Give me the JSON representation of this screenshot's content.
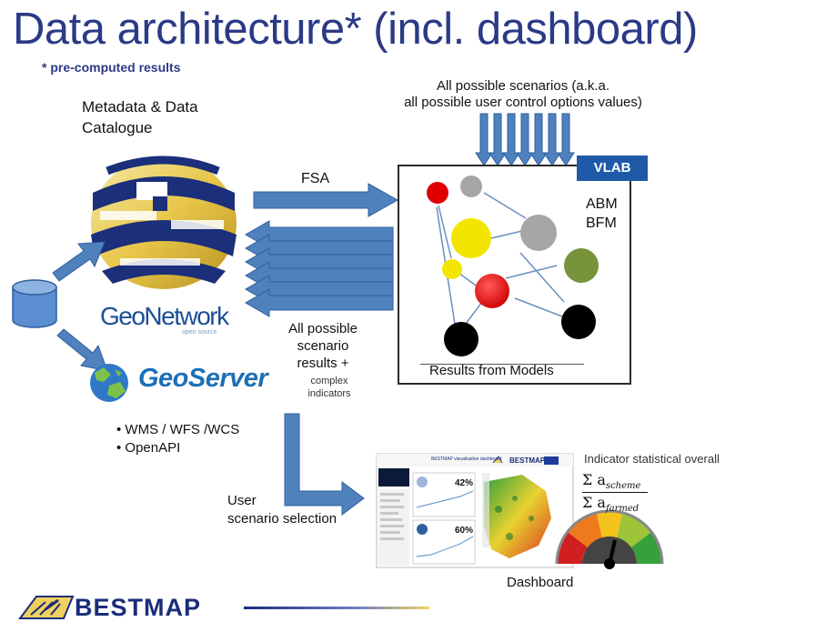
{
  "title": "Data architecture* (incl. dashboard)",
  "subtitle": "* pre-computed results",
  "metadata_label": [
    "Metadata & Data",
    "Catalogue"
  ],
  "geonetwork": {
    "name": "GeoNetwork",
    "tagline": "open source"
  },
  "geoserver": {
    "name": "GeoServer"
  },
  "services": [
    "• WMS / WFS /WCS",
    "• OpenAPI"
  ],
  "fsa_label": "FSA",
  "scenarios_label": [
    "All possible scenarios (a.k.a.",
    "all possible user control options values)"
  ],
  "vlab_label": "VLAB",
  "model_names": [
    "ABM",
    "BFM"
  ],
  "results_label": "Results from Models",
  "scenario_results_label": [
    "All possible",
    "scenario",
    "results +"
  ],
  "complex_indicators_label": [
    "complex",
    "indicators"
  ],
  "user_selection_label": [
    "User",
    "scenario selection"
  ],
  "dashboard_label": "Dashboard",
  "dashboard_header": "BESTMAP visualisation dashboard",
  "dashboard_percentages": [
    "42%",
    "60%"
  ],
  "indicator_label": "Indicator statistical overall",
  "formula": {
    "numerator": "Σ a",
    "numerator_sub": "scheme",
    "denominator": "Σ a",
    "denominator_sub": "farmed"
  },
  "brand": "BESTMAP",
  "colors": {
    "title": "#2b3a86",
    "arrow_fill": "#4f81bd",
    "arrow_stroke": "#2f5f9e",
    "vlab": "#1f5aa8",
    "red": "#e00000",
    "yellow": "#f2e600",
    "grey": "#a6a6a6",
    "green": "#77933c",
    "black": "#000000"
  },
  "icons": [
    "database-icon",
    "geonetwork-globe-icon",
    "geoserver-globe-icon",
    "bestmap-logo-icon"
  ]
}
